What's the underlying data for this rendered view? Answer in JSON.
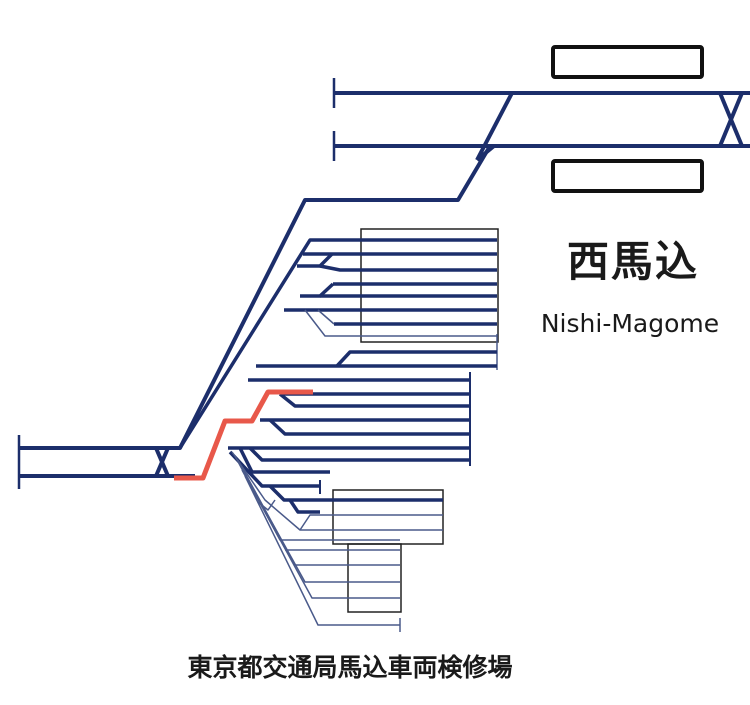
{
  "station": {
    "name_ja": "西馬込",
    "name_en": "Nishi-Magome"
  },
  "depot": {
    "name": "東京都交通局馬込車両検修場"
  },
  "colors": {
    "main_track": "#1c2e6b",
    "yard_track": "#4a5a8a",
    "highlight_route": "#e8584a",
    "platform_outline": "#111111",
    "depot_building_outline": "#222222"
  }
}
